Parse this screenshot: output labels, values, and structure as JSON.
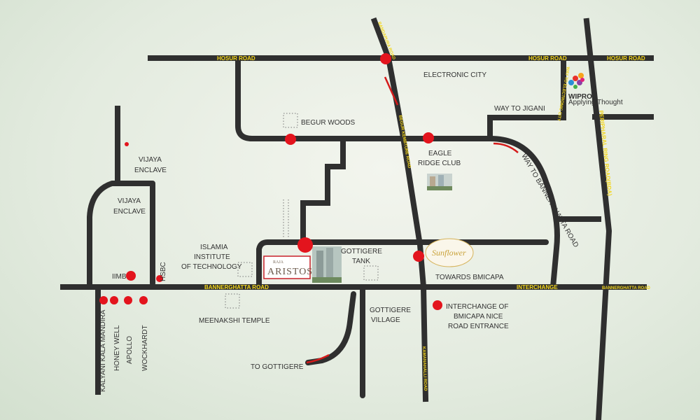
{
  "roads": {
    "hosur_road": "HOSUR ROAD",
    "bannerghatta_road": "BANNERGHATTA ROAD",
    "bannerghatta_road_2": "BANNERGHATTA ROAD",
    "interchange": "INTERCHANGE",
    "peripheral_ring_road": "PERIPHARAL RING ROAD(BDA)",
    "way_to_electronic_city": "WAY TO ELECTRONIC CITY",
    "way_to_bannerghatta_road": "WAY TO BANNERGHATTA ROAD",
    "bandapura_road_label": "BANDAPURA ROAD",
    "begur_road": "BEGUR KEMBTURE ROAD",
    "kammanahalli_road": "KAMANAHALLI ROAD"
  },
  "places": {
    "electronic_city": "ELECTRONIC CITY",
    "begur_woods": "BEGUR WOODS",
    "way_to_jigani": "WAY TO JIGANI",
    "eagle_ridge": [
      "EAGLE",
      "RIDGE CLUB"
    ],
    "vijaya_enclave_1": [
      "VIJAYA",
      "ENCLAVE"
    ],
    "vijaya_enclave_2": [
      "VIJAYA",
      "ENCLAVE"
    ],
    "islamia": [
      "ISLAMIA",
      "INSTITUTE",
      "OF TECHNOLOGY"
    ],
    "gottigere_tank": [
      "GOTTIGERE",
      "TANK"
    ],
    "towards_bmicapa": "TOWARDS BMICAPA",
    "iimb": "IIMB",
    "hsbc": "HSBC",
    "meenakshi_temple": "MEENAKSHI TEMPLE",
    "gottigere_village": [
      "GOTTIGERE",
      "VILLAGE"
    ],
    "interchange_bmicapa": [
      "INTERCHANGE OF",
      "BMICAPA NICE",
      "ROAD ENTRANCE"
    ],
    "to_gottigere": "TO GOTTIGERE",
    "hospitals": [
      "KALYANI KALA MANDIRA",
      "HONEY WELL",
      "APOLLO",
      "WOCKHARDT"
    ]
  },
  "logos": {
    "project_sub": "RAJA",
    "project_name": "ARISTOS",
    "wipro": "WIPRO",
    "wipro_tag": "Applying Thought",
    "sunflower": "Sunflower"
  },
  "colors": {
    "road": "#2f2f2f",
    "marker": "#e3141d",
    "road_label": "#f2d51c",
    "project_border": "#c8202a"
  }
}
